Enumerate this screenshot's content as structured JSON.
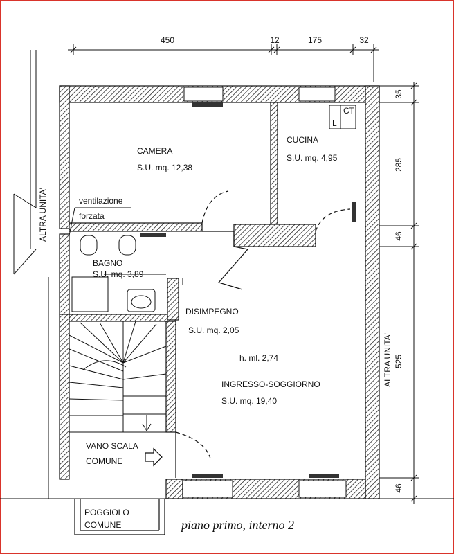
{
  "dimensions": {
    "top": [
      "450",
      "12",
      "175",
      "32"
    ],
    "right": [
      "35",
      "285",
      "46",
      "525",
      "46"
    ]
  },
  "labels": {
    "altra_unita_left": "ALTRA UNITA'",
    "altra_unita_right": "ALTRA UNITA'",
    "ventilazione_1": "ventilazione",
    "ventilazione_2": "forzata",
    "ct": "CT",
    "l": "L"
  },
  "rooms": {
    "camera": {
      "name": "CAMERA",
      "area": "S.U. mq. 12,38"
    },
    "cucina": {
      "name": "CUCINA",
      "area": "S.U. mq. 4,95"
    },
    "bagno": {
      "name": "BAGNO",
      "area": "S.U. mq. 3,89"
    },
    "disimpegno": {
      "name": "DISIMPEGNO",
      "area": "S.U. mq. 2,05"
    },
    "soggiorno": {
      "height": "h. ml. 2,74",
      "name": "INGRESSO-SOGGIORNO",
      "area": "S.U. mq. 19,40"
    },
    "vano_scala": {
      "line1": "VANO SCALA",
      "line2": "COMUNE"
    },
    "poggiolo": {
      "line1": "POGGIOLO",
      "line2": "COMUNE"
    }
  },
  "caption": "piano primo, interno 2"
}
